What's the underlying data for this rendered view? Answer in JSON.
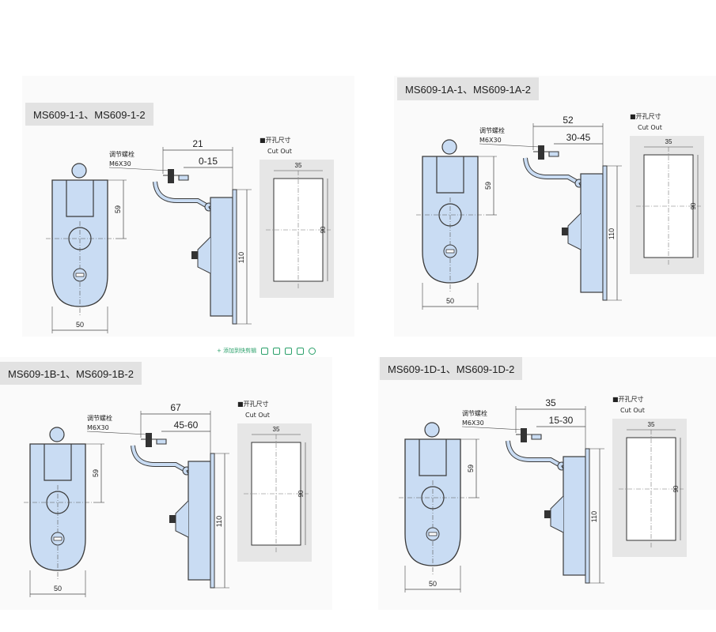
{
  "colors": {
    "part_fill": "#c9dcf3",
    "part_stroke": "#3a3a3a",
    "cutout_bg": "#e6e6e6"
  },
  "toolbar": {
    "add_label": "添加到快剪辑"
  },
  "panels": [
    {
      "title": "MS609-1-1、MS609-1-2",
      "adjust_label": "调节螺栓",
      "bolt_spec": "M6X30",
      "dim_top": "21",
      "dim_range": "0-15",
      "dim_59": "59",
      "dim_110": "110",
      "dim_50": "50",
      "cut_cn": "■开孔尺寸",
      "cut_en": "Cut Out",
      "cut_w": "35",
      "cut_h": "90"
    },
    {
      "title": "MS609-1A-1、MS609-1A-2",
      "adjust_label": "调节螺栓",
      "bolt_spec": "M6X30",
      "dim_top": "52",
      "dim_range": "30-45",
      "dim_59": "59",
      "dim_110": "110",
      "dim_50": "50",
      "cut_cn": "■开孔尺寸",
      "cut_en": "Cut Out",
      "cut_w": "35",
      "cut_h": "90"
    },
    {
      "title": "MS609-1B-1、MS609-1B-2",
      "adjust_label": "调节螺栓",
      "bolt_spec": "M6X30",
      "dim_top": "67",
      "dim_range": "45-60",
      "dim_59": "59",
      "dim_110": "110",
      "dim_50": "50",
      "cut_cn": "■开孔尺寸",
      "cut_en": "Cut Out",
      "cut_w": "35",
      "cut_h": "90"
    },
    {
      "title": "MS609-1D-1、MS609-1D-2",
      "adjust_label": "调节螺栓",
      "bolt_spec": "M6X30",
      "dim_top": "35",
      "dim_range": "15-30",
      "dim_59": "59",
      "dim_110": "110",
      "dim_50": "50",
      "cut_cn": "■开孔尺寸",
      "cut_en": "Cut Out",
      "cut_w": "35",
      "cut_h": "90"
    }
  ]
}
